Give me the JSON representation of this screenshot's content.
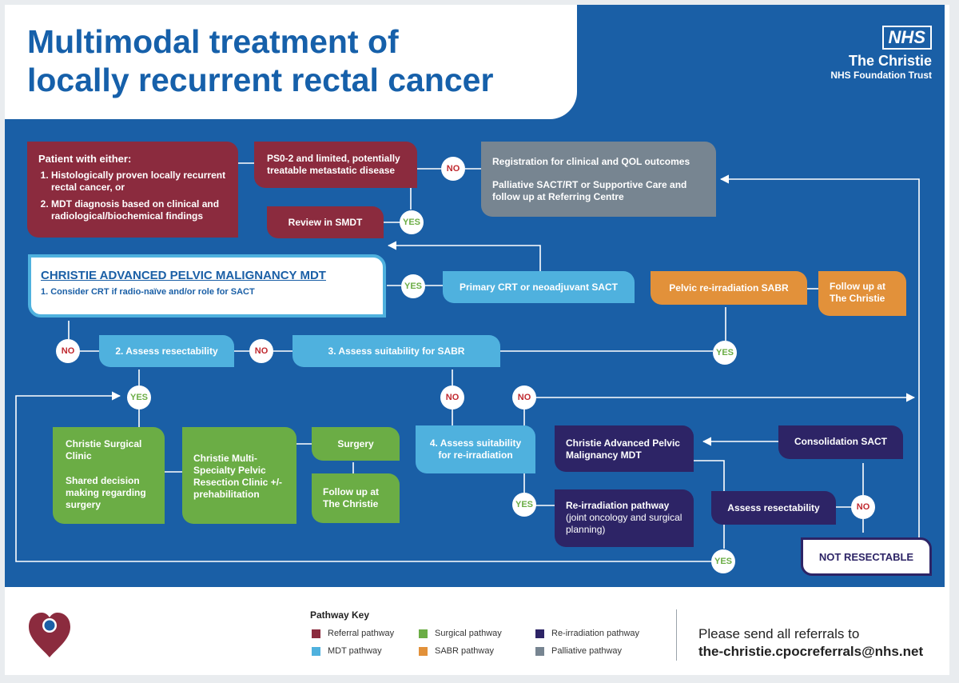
{
  "title": {
    "line1": "Multimodal treatment of",
    "line2": "locally recurrent rectal cancer"
  },
  "logo": {
    "nhs": "NHS",
    "org": "The Christie",
    "org_sub": "NHS Foundation Trust"
  },
  "colors": {
    "background_blue": "#1a5fa6",
    "referral": "#8b2b3e",
    "mdt": "#4fb1de",
    "surgical": "#6bad45",
    "sabr": "#e2913a",
    "reirradiation": "#2d2466",
    "palliative": "#778591",
    "no": "#c0282e",
    "yes": "#6bad45"
  },
  "patient": {
    "heading": "Patient with either:",
    "items": [
      "Histologically proven locally recurrent rectal cancer, or",
      "MDT diagnosis based on clinical and radiological/biochemical findings"
    ]
  },
  "ps_box": "PS0-2 and limited, potentially treatable metastatic disease",
  "registration": {
    "line1": "Registration for clinical and QOL outcomes",
    "line2": "Palliative SACT/RT or Supportive Care and follow up at Referring Centre"
  },
  "review_smdt": "Review in SMDT",
  "mdt": {
    "title": "CHRISTIE ADVANCED PELVIC MALIGNANCY MDT",
    "item": "1. Consider CRT if radio-naïve and/or role for SACT"
  },
  "primary_crt": "Primary CRT or neoadjuvant SACT",
  "pelvic_sabr": "Pelvic re-irradiation SABR",
  "follow_up_christie": "Follow up at The Christie",
  "assess_resectability": "2. Assess resectability",
  "assess_sabr": "3. Assess suitability for SABR",
  "assess_reirradiation": "4. Assess suitability for re-irradiation",
  "surgical_clinic": {
    "line1": "Christie Surgical Clinic",
    "line2": "Shared decision making regarding surgery"
  },
  "multi_specialty": "Christie Multi-Specialty Pelvic Resection Clinic +/- prehabilitation",
  "surgery": "Surgery",
  "follow_up_surgery": "Follow up at The Christie",
  "apm_mdt": "Christie Advanced Pelvic Malignancy MDT",
  "reirr_pathway": {
    "line1": "Re-irradiation pathway",
    "line2": "(joint oncology and surgical planning)"
  },
  "assess_resectability_2": "Assess resectability",
  "consolidation": "Consolidation SACT",
  "not_resectable": "NOT RESECTABLE",
  "labels": {
    "no": "NO",
    "yes": "YES"
  },
  "key": {
    "title": "Pathway Key",
    "items": {
      "referral": "Referral pathway",
      "mdt": "MDT pathway",
      "surgical": "Surgical pathway",
      "sabr": "SABR pathway",
      "reirradiation": "Re-irradiation pathway",
      "palliative": "Palliative pathway"
    }
  },
  "referral": {
    "text": "Please send all referrals to",
    "email": "the-christie.cpocreferrals@nhs.net"
  }
}
